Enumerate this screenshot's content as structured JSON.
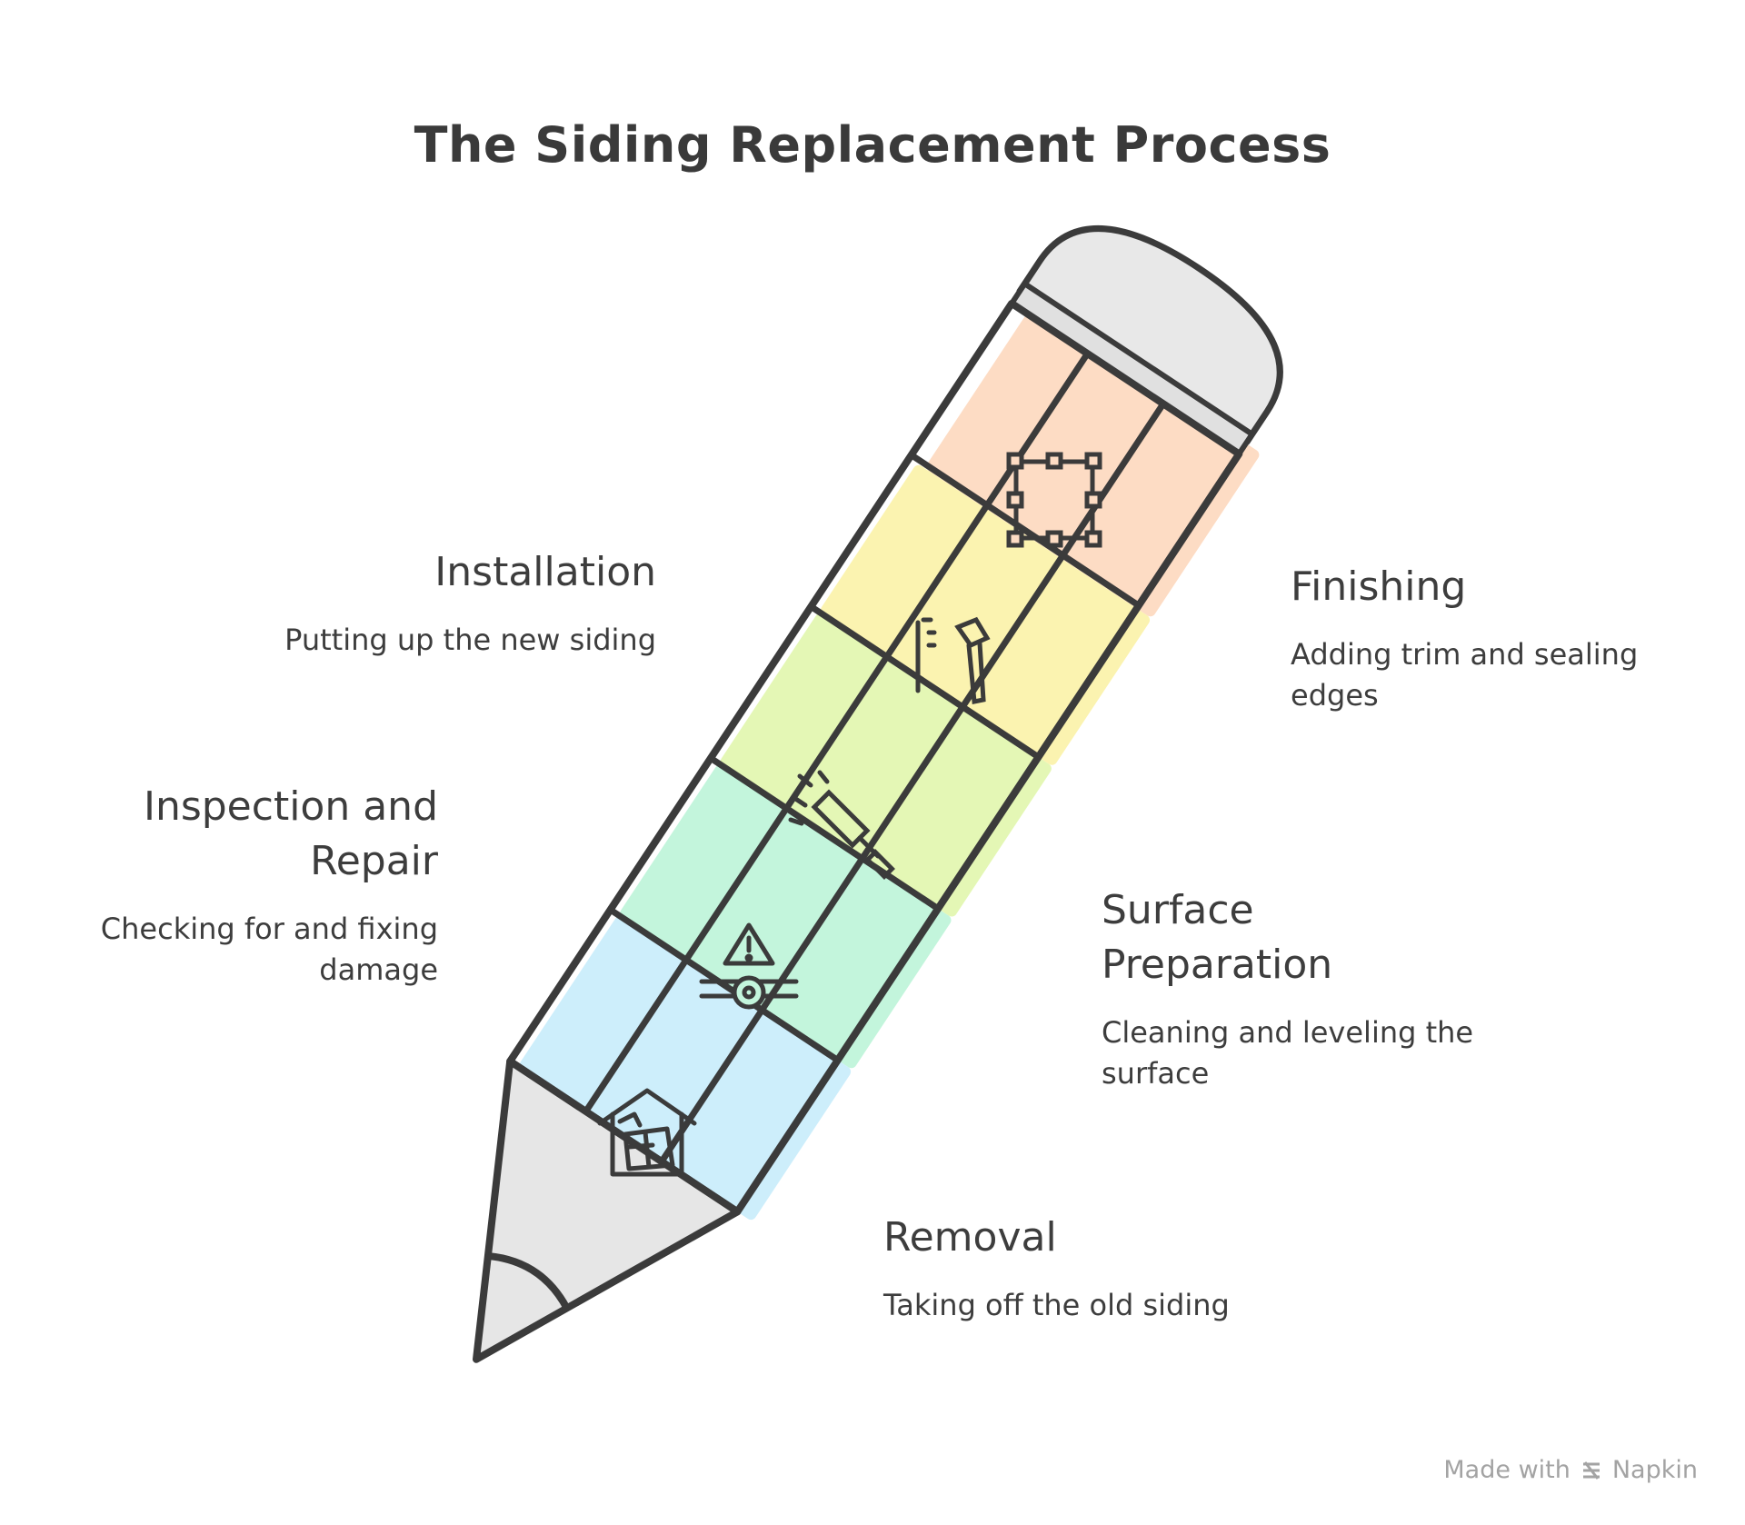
{
  "title": "The Siding Replacement Process",
  "steps": [
    {
      "heading": "Removal",
      "description": "Taking off the old siding",
      "icon": "damaged-house-icon",
      "color": "#cdeefb"
    },
    {
      "heading": "Inspection and Repair",
      "heading_lines": [
        "Inspection and",
        "Repair"
      ],
      "description": "Checking for and fixing damage",
      "description_lines": [
        "Checking for and fixing",
        "damage"
      ],
      "icon": "warning-pipe-icon",
      "color": "#c3f5dc"
    },
    {
      "heading": "Surface Preparation",
      "heading_lines": [
        "Surface",
        "Preparation"
      ],
      "description": "Cleaning and leveling the surface",
      "description_lines": [
        "Cleaning and leveling the",
        "surface"
      ],
      "icon": "scraper-icon",
      "color": "#e4f7b5"
    },
    {
      "heading": "Installation",
      "description": "Putting up the new siding",
      "icon": "hammer-nail-icon",
      "color": "#fbf3b0"
    },
    {
      "heading": "Finishing",
      "description": "Adding trim and sealing edges",
      "description_lines": [
        "Adding trim and sealing",
        "edges"
      ],
      "icon": "selection-frame-icon",
      "color": "#fddcc4"
    }
  ],
  "footer": {
    "made_with": "Made with",
    "brand": "Napkin"
  }
}
